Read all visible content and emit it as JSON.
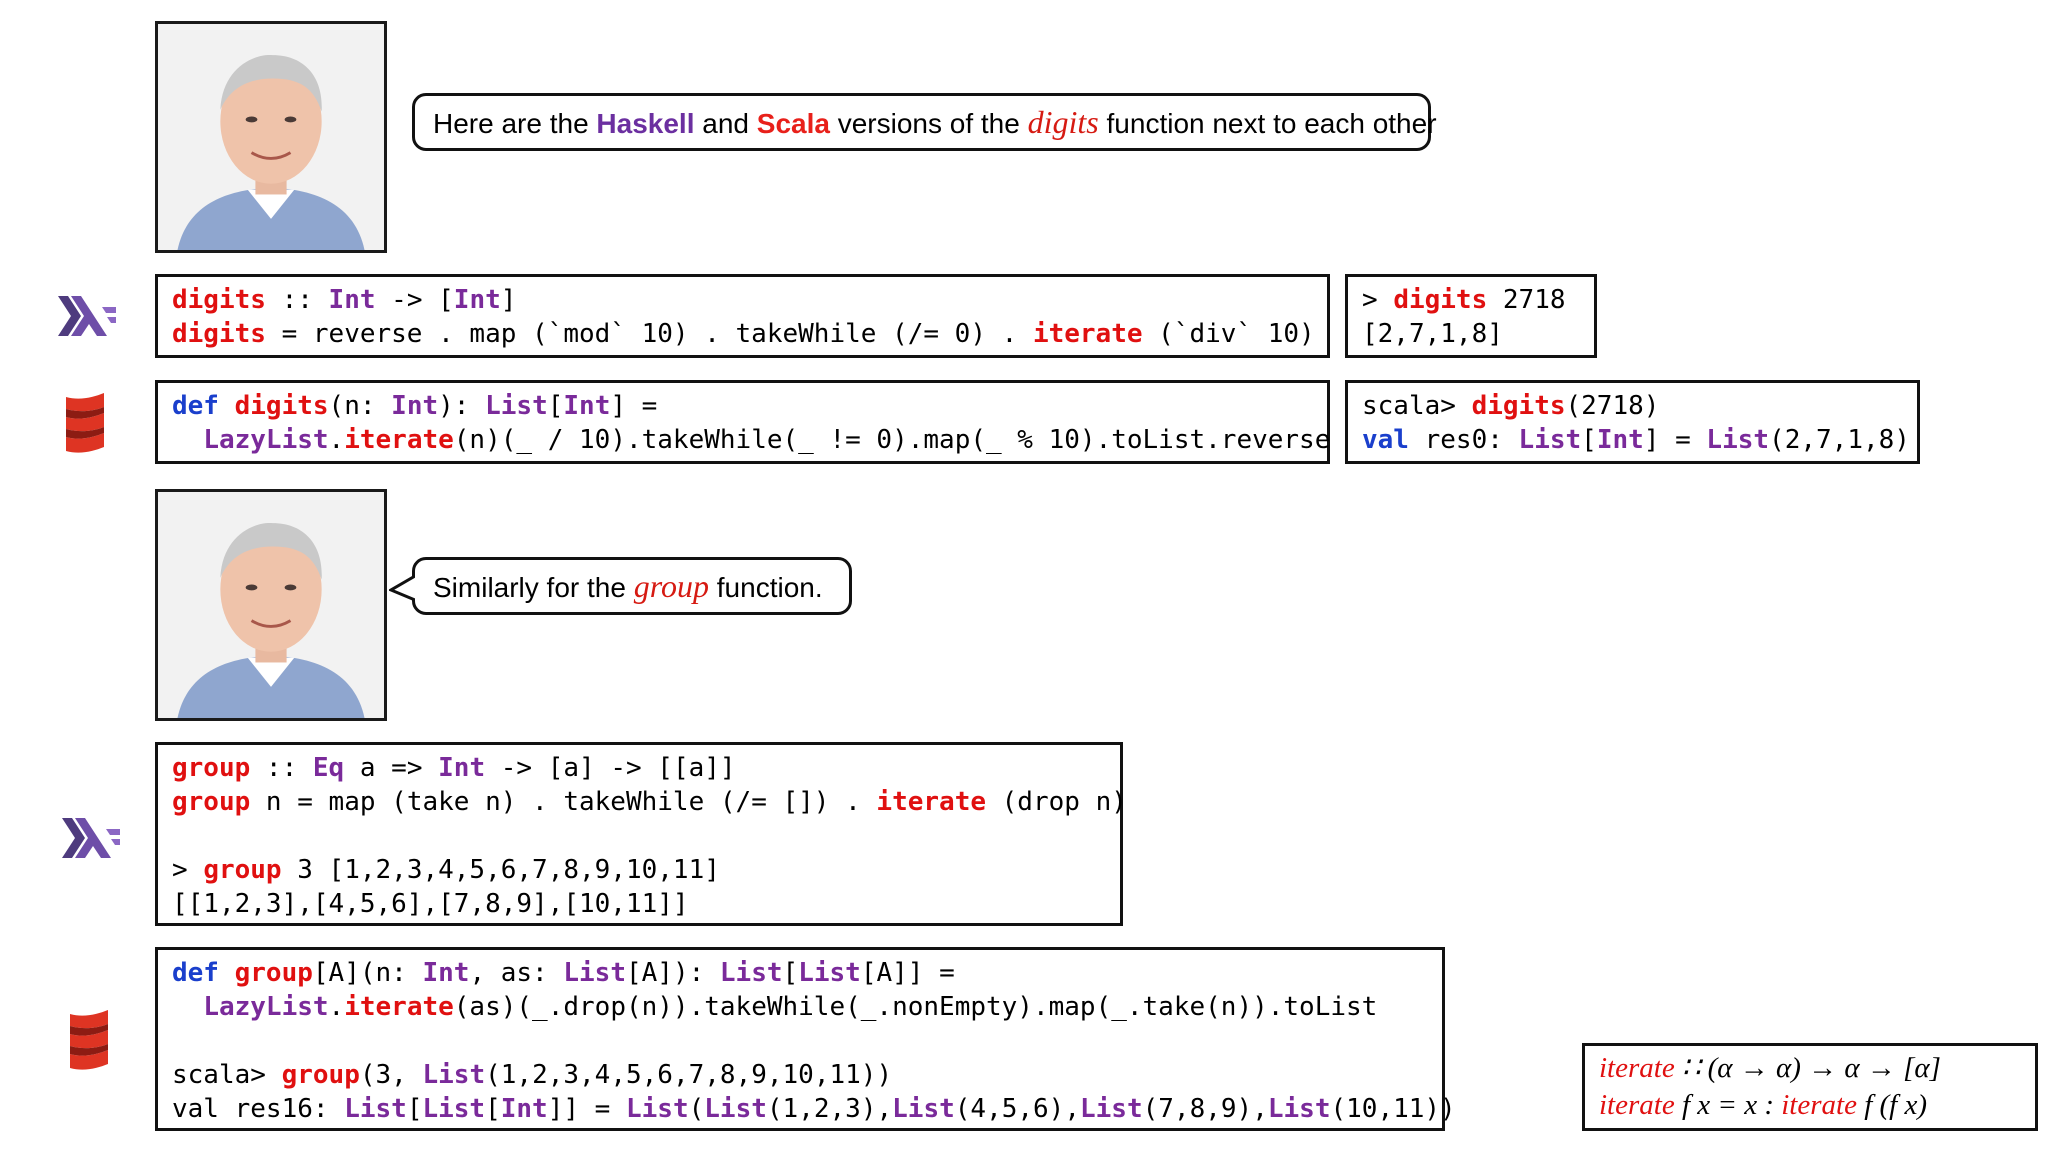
{
  "bubble1": {
    "pre": "Here are the ",
    "haskell": "Haskell",
    "and": " and ",
    "scala": "Scala",
    "mid": " versions of the ",
    "fn": "digits",
    "post": " function next to each other"
  },
  "bubble2": {
    "pre": "Similarly for the ",
    "fn": "group",
    "post": " function."
  },
  "haskell_digits": {
    "l1_name": "digits",
    "l1_sep": " :: ",
    "l1_type": "Int",
    "l1_arrow": " -> [",
    "l1_type2": "Int",
    "l1_end": "]",
    "l2_name": "digits",
    "l2_a": " = reverse . map (`mod` 10) . takeWhile (/= 0) . ",
    "l2_iterate": "iterate",
    "l2_b": " (`div` 10)"
  },
  "haskell_digits_repl": {
    "prompt": "> ",
    "fn": "digits",
    "arg": " 2718",
    "result": "[2,7,1,8]"
  },
  "scala_digits": {
    "def": "def",
    "name": " digits",
    "a": "(n: ",
    "t1": "Int",
    "b": "): ",
    "t2": "List",
    "c": "[",
    "t3": "Int",
    "d": "] =",
    "l2_indent": "  ",
    "lazy": "LazyList",
    "dot": ".",
    "iterate": "iterate",
    "rest": "(n)(_ / 10).takeWhile(_ != 0).map(_ % 10).toList.reverse"
  },
  "scala_digits_repl": {
    "prompt": "scala> ",
    "fn": "digits",
    "arg": "(2718)",
    "val": "val",
    "res": " res0: ",
    "t1": "List",
    "o": "[",
    "t2": "Int",
    "eq": "] = ",
    "t3": "List",
    "vals": "(2,7,1,8)"
  },
  "haskell_group": {
    "l1_name": "group",
    "l1_a": " :: ",
    "l1_eq": "Eq",
    "l1_b": " a => ",
    "l1_int": "Int",
    "l1_c": " -> [a] -> [[a]]",
    "l2_name": "group",
    "l2_a": " n = map (take n) . takeWhile (/= []) . ",
    "l2_iterate": "iterate",
    "l2_b": " (drop n)",
    "l4_prompt": "> ",
    "l4_fn": "group",
    "l4_args": " 3 [1,2,3,4,5,6,7,8,9,10,11]",
    "l5": "[[1,2,3],[4,5,6],[7,8,9],[10,11]]"
  },
  "scala_group": {
    "def": "def",
    "name": " group",
    "a": "[A](n: ",
    "t1": "Int",
    "b": ", as: ",
    "t2": "List",
    "c": "[A]): ",
    "t3": "List",
    "d": "[",
    "t4": "List",
    "e": "[A]] =",
    "l2_indent": "  ",
    "lazy": "LazyList",
    "dot": ".",
    "iterate": "iterate",
    "rest": "(as)(_.drop(n)).takeWhile(_.nonEmpty).map(_.take(n)).toList",
    "l4_prompt": "scala> ",
    "l4_fn": "group",
    "l4_a": "(3, ",
    "l4_list": "List",
    "l4_b": "(1,2,3,4,5,6,7,8,9,10,11))",
    "l5_a": "val res16: ",
    "l5_t1": "List",
    "l5_b": "[",
    "l5_t2": "List",
    "l5_c": "[",
    "l5_t3": "Int",
    "l5_d": "]] = ",
    "l5_l1": "List",
    "l5_e": "(",
    "l5_l2": "List",
    "l5_f": "(1,2,3),",
    "l5_l3": "List",
    "l5_g": "(4,5,6),",
    "l5_l4": "List",
    "l5_h": "(7,8,9),",
    "l5_l5": "List",
    "l5_i": "(10,11))"
  },
  "math": {
    "l1_fn": "iterate",
    "l1_rest": " ∷ (α → α) → α → [α]",
    "l2_fn": "iterate",
    "l2_a": " f x = x : ",
    "l2_fn2": "iterate",
    "l2_b": " f (f x)"
  },
  "colors": {
    "haskell_purple": "#6b2fa0",
    "scala_red": "#e8201a",
    "keyword_blue": "#1a3fcc"
  },
  "icons": [
    "portrait-photo",
    "haskell-logo-icon",
    "scala-logo-icon"
  ]
}
